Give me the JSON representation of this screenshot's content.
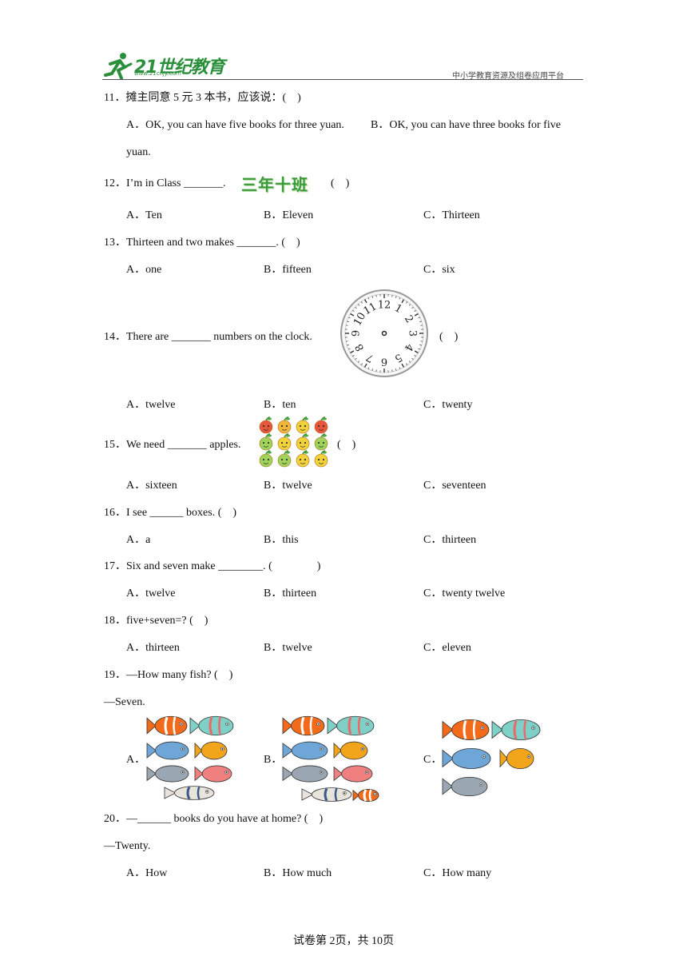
{
  "header": {
    "logo_text": "21世纪教育",
    "logo_url": "www.21cnjy.com",
    "slogan": "中小学教育资源及组卷应用平台"
  },
  "questions": [
    {
      "stem": "11．摊主同意 5 元 3 本书，应该说：(　)",
      "options": [
        "A．OK, you can have five books for three yuan.",
        "B．OK, you can have three books for five",
        "yuan."
      ]
    },
    {
      "stem": "12．I’m in Class _______.",
      "banner": "三年十班",
      "paren": "(　)",
      "options": [
        "A．Ten",
        "B．Eleven",
        "C．Thirteen"
      ]
    },
    {
      "stem": "13．Thirteen and two makes _______. (　)",
      "options": [
        "A．one",
        "B．fifteen",
        "C．six"
      ]
    },
    {
      "stem": "14．There are _______ numbers on the clock.",
      "paren": "(　)",
      "clock_numbers": [
        "12",
        "1",
        "2",
        "3",
        "4",
        "5",
        "6",
        "7",
        "8",
        "9",
        "10",
        "11"
      ],
      "options": [
        "A．twelve",
        "B．ten",
        "C．twenty"
      ]
    },
    {
      "stem": "15．We need _______ apples.",
      "paren": "(　)",
      "options": [
        "A．sixteen",
        "B．twelve",
        "C．seventeen"
      ]
    },
    {
      "stem": "16．I see ______ boxes. (　)",
      "options": [
        "A．a",
        "B．this",
        "C．thirteen"
      ]
    },
    {
      "stem": "17．Six and seven make ________. (　　　　)",
      "options": [
        "A．twelve",
        "B．thirteen",
        "C．twenty twelve"
      ]
    },
    {
      "stem": "18．five+seven=? (　)",
      "options": [
        "A．thirteen",
        "B．twelve",
        "C．eleven"
      ]
    },
    {
      "stem": "19．—How many fish? (　)",
      "answer": "—Seven.",
      "options": [
        "A．",
        "B．",
        "C．"
      ]
    },
    {
      "stem": "20．—______ books do you have at home? (　)",
      "answer": "—Twenty.",
      "options": [
        "A．How",
        "B．How much",
        "C．How many"
      ]
    }
  ],
  "footer": "试卷第 2页，共 10页",
  "colors": {
    "logo_green": "#2a8f3a",
    "banner_green": "#3a9b3a"
  }
}
